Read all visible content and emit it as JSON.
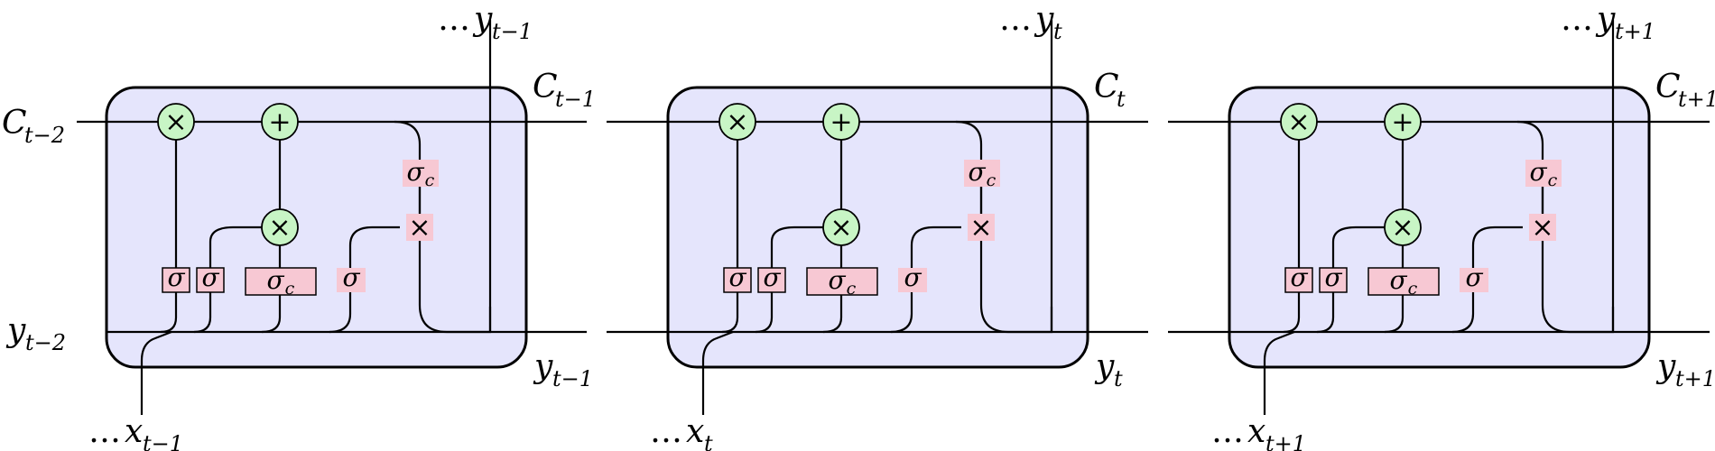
{
  "colors": {
    "cell_fill": "#e5e5fc",
    "op_fill": "#c8f5c5",
    "gate_fill": "#f7c8d3",
    "stroke": "#000000"
  },
  "symbols": {
    "dots": "…",
    "times": "×",
    "plus": "+",
    "sigma": "σ",
    "c": "c"
  },
  "cells": [
    {
      "c_in": {
        "base": "C",
        "sub": "t−2"
      },
      "c_out": {
        "base": "C",
        "sub": "t−1"
      },
      "h_in": {
        "base": "y",
        "sub": "t−2"
      },
      "h_out": {
        "base": "y",
        "sub": "t−1"
      },
      "y_top": {
        "base": "y",
        "sub": "t−1"
      },
      "x_bottom": {
        "base": "x",
        "sub": "t−1"
      }
    },
    {
      "c_in": null,
      "c_out": {
        "base": "C",
        "sub": "t"
      },
      "h_in": null,
      "h_out": {
        "base": "y",
        "sub": "t"
      },
      "y_top": {
        "base": "y",
        "sub": "t"
      },
      "x_bottom": {
        "base": "x",
        "sub": "t"
      }
    },
    {
      "c_in": null,
      "c_out": {
        "base": "C",
        "sub": "t+1"
      },
      "h_in": null,
      "h_out": {
        "base": "y",
        "sub": "t+1"
      },
      "y_top": {
        "base": "y",
        "sub": "t+1"
      },
      "x_bottom": {
        "base": "x",
        "sub": "t+1"
      }
    }
  ]
}
